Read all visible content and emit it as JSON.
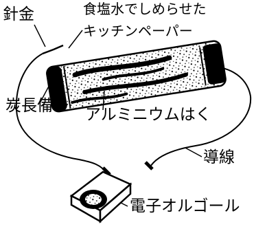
{
  "labels": {
    "wire": "針金",
    "towel_line1": "食塩水でしめらせた",
    "towel_line2": "キッチンペーパー",
    "charcoal": "炭長備",
    "aluminum_foil": "アルミニウムはく",
    "lead_wire": "導線",
    "music_box": "電子オルゴール"
  },
  "colors": {
    "ink": "#000000",
    "paper": "#ffffff"
  }
}
